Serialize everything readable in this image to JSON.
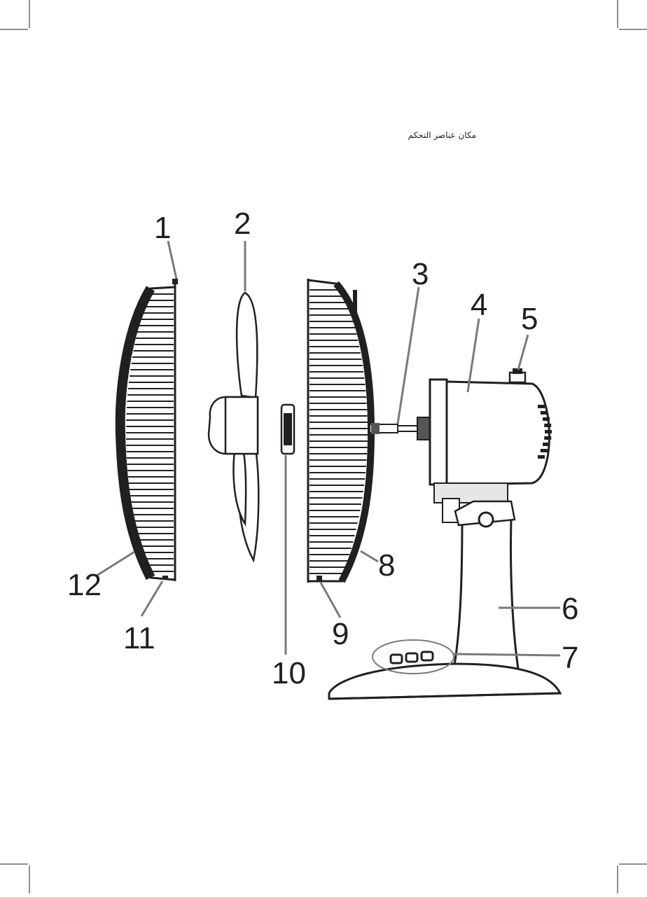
{
  "caption": "مكان عناصر التحكم",
  "colors": {
    "ink": "#231f20",
    "leader": "#7a7a7a",
    "metal": "#555555",
    "light": "#e6e6e6"
  },
  "labels": {
    "l1": "1",
    "l2": "2",
    "l3": "3",
    "l4": "4",
    "l5": "5",
    "l6": "6",
    "l7": "7",
    "l8": "8",
    "l9": "9",
    "l10": "10",
    "l11": "11",
    "l12": "12"
  },
  "parts": [
    {
      "number": "1",
      "name": "rear-grille-clip"
    },
    {
      "number": "2",
      "name": "fan-blade"
    },
    {
      "number": "3",
      "name": "motor-shaft"
    },
    {
      "number": "4",
      "name": "motor-housing"
    },
    {
      "number": "5",
      "name": "oscillation-knob"
    },
    {
      "number": "6",
      "name": "stand-column"
    },
    {
      "number": "7",
      "name": "control-buttons"
    },
    {
      "number": "8",
      "name": "rear-guard"
    },
    {
      "number": "9",
      "name": "rear-guard-screw"
    },
    {
      "number": "10",
      "name": "blade-nut"
    },
    {
      "number": "11",
      "name": "front-guard-screw"
    },
    {
      "number": "12",
      "name": "front-guard"
    }
  ]
}
